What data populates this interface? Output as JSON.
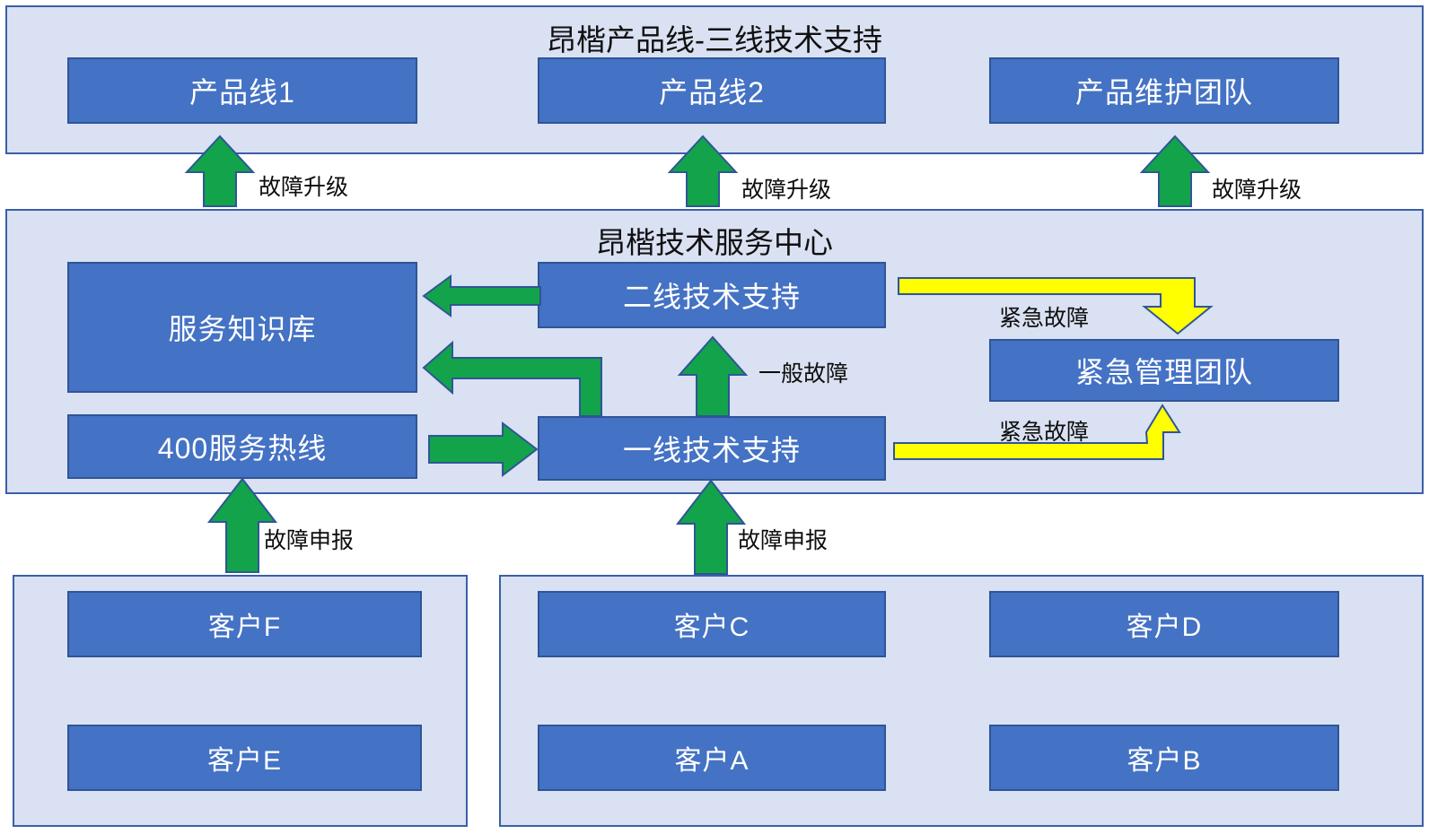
{
  "diagram": {
    "title_top": "昂楷产品线-三线技术支持",
    "title_middle": "昂楷技术服务中心",
    "colors": {
      "node_fill": "#4472C4",
      "node_border": "#2F5597",
      "panel_fill": "#D9E1F2",
      "panel_border": "#3B5FA8",
      "arrow_green": "#12A34B",
      "arrow_yellow": "#FFFF00",
      "arrow_border": "#2F5597",
      "text_light": "#FFFFFF",
      "text_dark": "#101010"
    }
  },
  "tier3": {
    "title": "昂楷产品线-三线技术支持",
    "nodes": [
      {
        "label": "产品线1"
      },
      {
        "label": "产品线2"
      },
      {
        "label": "产品维护团队"
      }
    ],
    "escalation_labels": [
      {
        "label": "故障升级"
      },
      {
        "label": "故障升级"
      },
      {
        "label": "故障升级"
      }
    ]
  },
  "service_center": {
    "title": "昂楷技术服务中心",
    "nodes": [
      {
        "label": "服务知识库"
      },
      {
        "label": "二线技术支持"
      },
      {
        "label": "400服务热线"
      },
      {
        "label": "一线技术支持"
      },
      {
        "label": "紧急管理团队"
      }
    ],
    "flow_labels": [
      {
        "label": "一般故障"
      },
      {
        "label": "紧急故障"
      },
      {
        "label": "紧急故障"
      }
    ]
  },
  "customers": {
    "report_labels": [
      {
        "label": "故障申报"
      },
      {
        "label": "故障申报"
      }
    ],
    "left_group": [
      {
        "label": "客户F"
      },
      {
        "label": "客户E"
      }
    ],
    "right_group": [
      {
        "label": "客户C"
      },
      {
        "label": "客户D"
      },
      {
        "label": "客户A"
      },
      {
        "label": "客户B"
      }
    ]
  }
}
